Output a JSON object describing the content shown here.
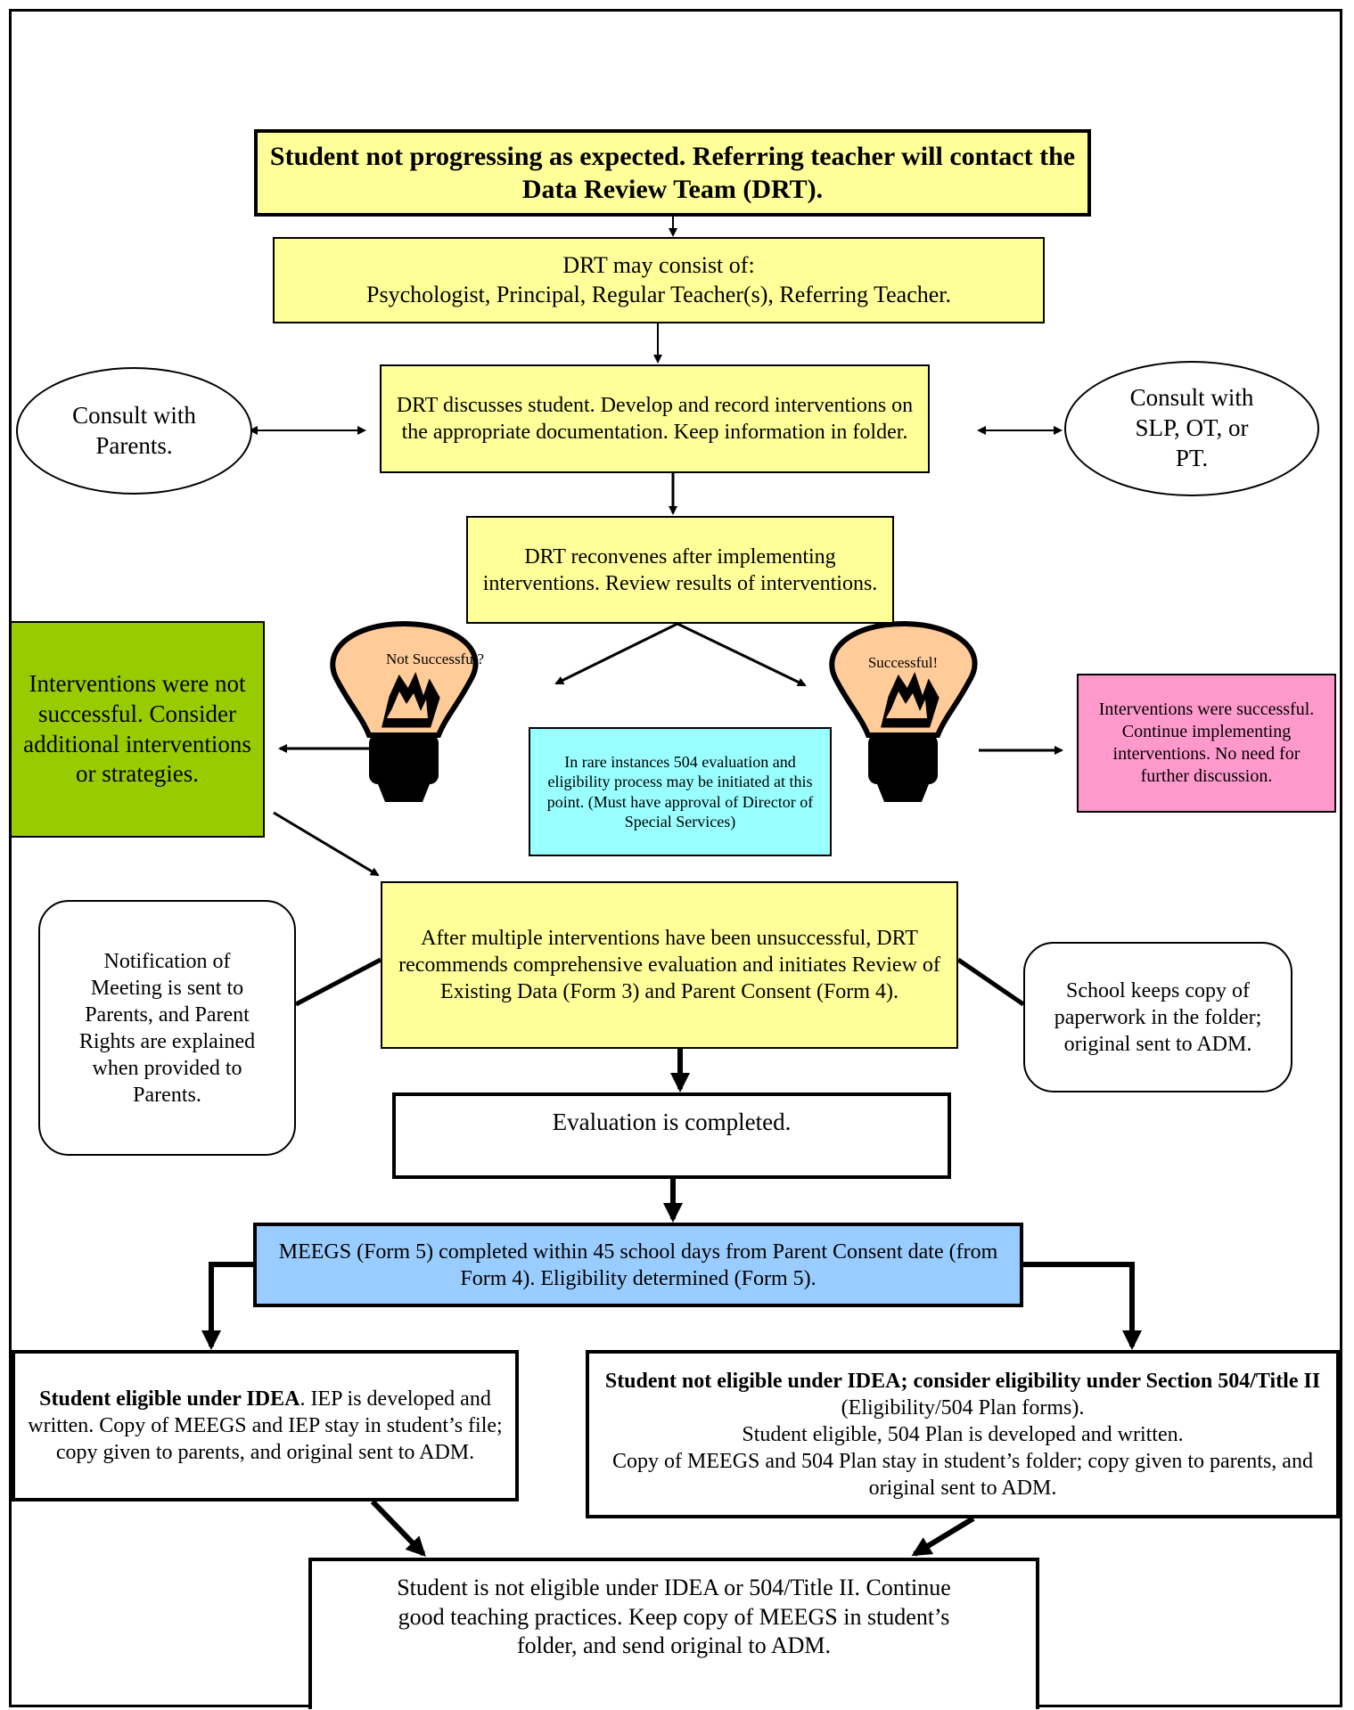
{
  "nodes": {
    "start": "Student not progressing as expected.  Referring teacher will contact the Data Review Team (DRT).",
    "drt_members_1": "DRT may consist of:",
    "drt_members_2": "Psychologist, Principal, Regular Teacher(s), Referring Teacher.",
    "consult_parents": "Consult with Parents.",
    "discuss": "DRT discusses student. Develop and record interventions on the appropriate documentation. Keep information in folder.",
    "consult_slp": "Consult with SLP, OT, or PT.",
    "reconvene": "DRT reconvenes after implementing interventions.  Review results of interventions.",
    "not_successful_bulb": "Not Successful?",
    "successful_bulb": "Successful!",
    "not_successful_box": "Interventions were not successful. Consider additional interventions or strategies.",
    "rare_504": "In rare instances 504 evaluation and eligibility process may be initiated at this point. (Must have approval of Director of Special Services)",
    "successful_box": "Interventions were successful.  Continue implementing interventions.  No need for further discussion.",
    "comprehensive": "After multiple interventions have been unsuccessful, DRT recommends comprehensive evaluation and initiates Review of Existing Data (Form 3) and Parent Consent (Form 4).",
    "notification": "Notification of Meeting is sent to Parents, and Parent Rights are explained when provided to Parents.",
    "school_copy": "School keeps copy of paperwork in the folder; original sent to ADM.",
    "evaluation": "Evaluation is completed.",
    "meegs": "MEEGS (Form 5) completed within 45 school days from Parent Consent date (from Form 4). Eligibility determined (Form 5).",
    "idea_bold": "Student eligible under IDEA",
    "idea_rest": ".  IEP is developed and written.  Copy of MEEGS and IEP stay in student’s file; copy given to parents, and original sent to ADM.",
    "not_idea_bold": "Student not eligible under IDEA; consider eligibility under Section 504/Title II",
    "not_idea_rest_1": " (Eligibility/504 Plan forms).",
    "not_idea_rest_2": "Student eligible, 504 Plan is developed and written.",
    "not_idea_rest_3": "Copy of MEEGS and 504 Plan stay in student’s folder; copy given to parents, and original sent to ADM.",
    "not_eligible": "Student is not eligible under IDEA or 504/Title II. Continue good teaching practices.  Keep copy of MEEGS in student’s folder, and send original to ADM."
  },
  "colors": {
    "yellow": "#ffff99",
    "green": "#99cc00",
    "pink": "#ff99cc",
    "cyan": "#99ffff",
    "blue": "#99ccff",
    "bulb": "#ffcc99"
  }
}
